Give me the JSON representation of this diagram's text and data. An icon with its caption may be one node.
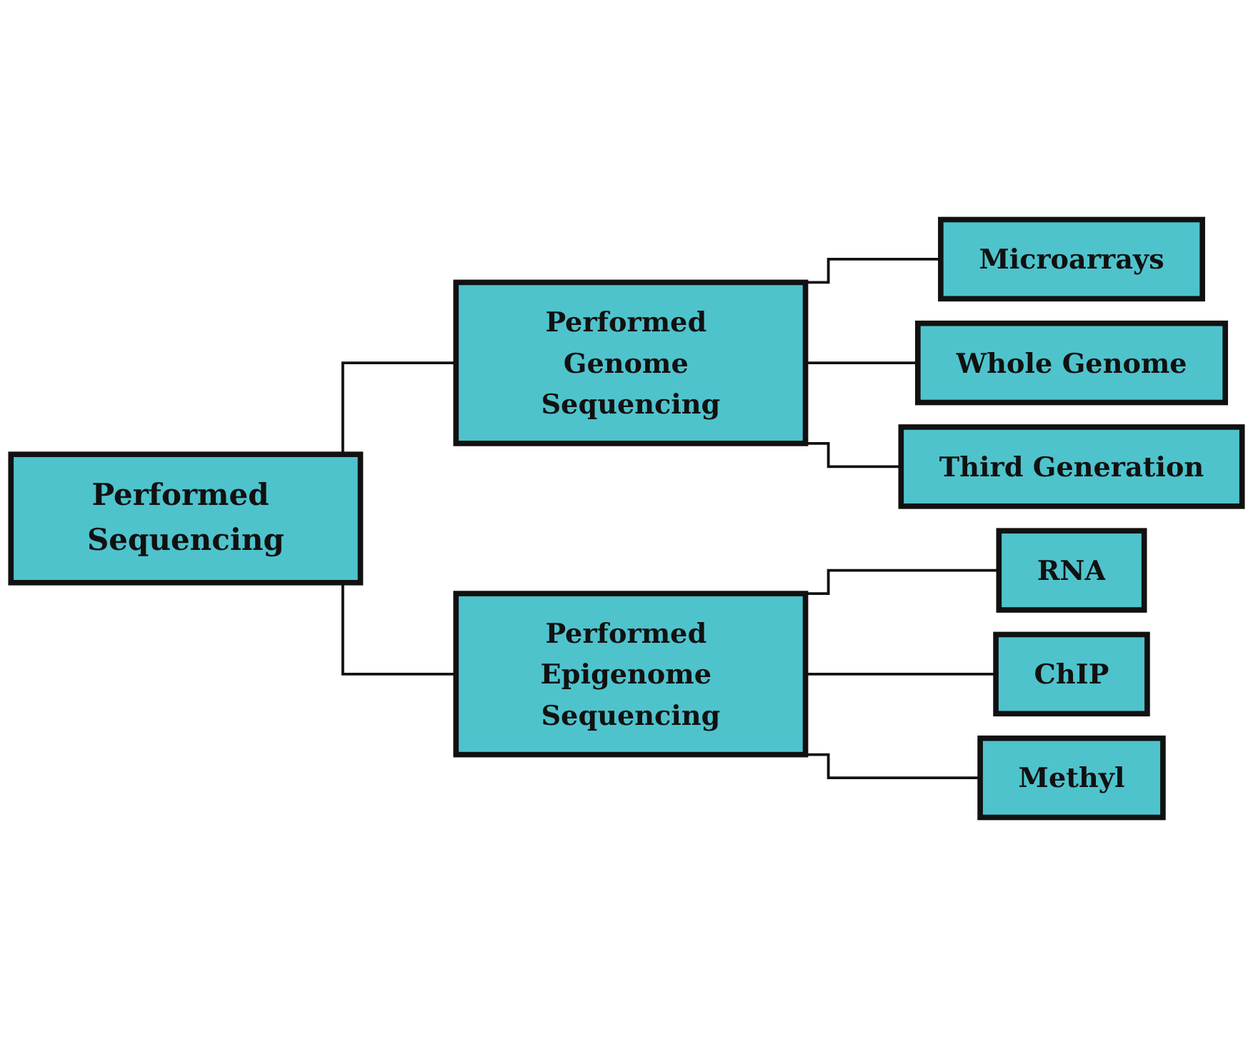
{
  "diagram": {
    "nodes": [
      {
        "text": [
          "Performed Sequencing"
        ]
      },
      {
        "text": [
          "Performed Genome Sequencing"
        ]
      },
      {
        "text": [
          "Performed Epigenome Sequencing"
        ]
      },
      {
        "text": [
          "Microarrays"
        ]
      },
      {
        "text": [
          "Whole Genome"
        ]
      },
      {
        "text": [
          "Third Generation"
        ]
      },
      {
        "text": [
          "RNA"
        ]
      },
      {
        "text": [
          "ChIP"
        ]
      },
      {
        "text": [
          "Methyl"
        ]
      }
    ],
    "edges": [
      {
        "from": 0,
        "to": 1,
        "arrow": "none"
      },
      {
        "from": 0,
        "to": 2,
        "arrow": "none"
      },
      {
        "from": 1,
        "to": 3,
        "arrow": "none"
      },
      {
        "from": 1,
        "to": 4,
        "arrow": "none"
      },
      {
        "from": 1,
        "to": 5,
        "arrow": "none"
      },
      {
        "from": 2,
        "to": 6,
        "arrow": "none"
      },
      {
        "from": 2,
        "to": 7,
        "arrow": "none"
      },
      {
        "from": 2,
        "to": 8,
        "arrow": "none"
      }
    ]
  }
}
